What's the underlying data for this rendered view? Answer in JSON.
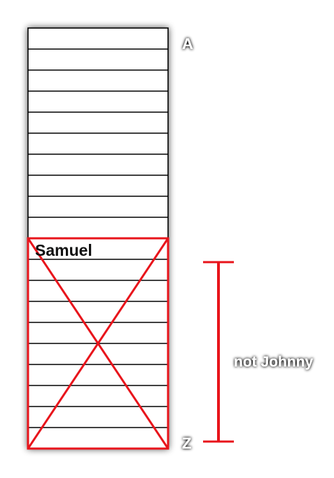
{
  "list": {
    "row_count": 20,
    "crossed_from_row": 10,
    "first_label": "A",
    "last_label": "Z",
    "entry_label": "Samuel"
  },
  "range": {
    "label": "not Johnny"
  },
  "colors": {
    "outline": "#000000",
    "cross": "#e8141b",
    "glow_text": "#ffffff"
  }
}
